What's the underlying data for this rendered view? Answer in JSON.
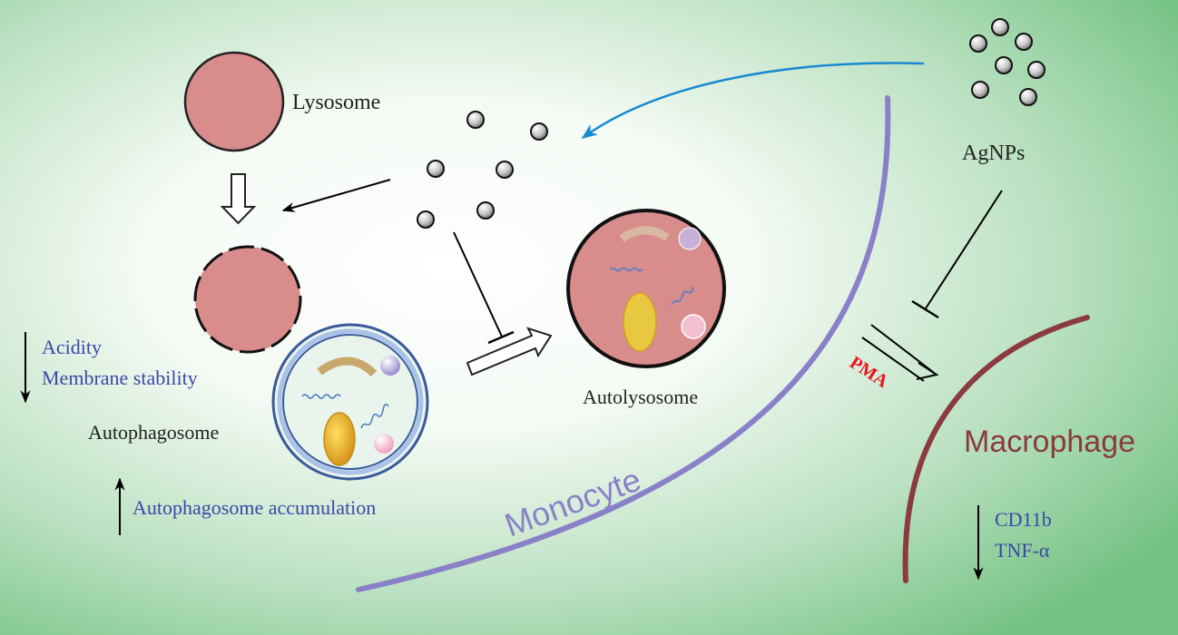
{
  "labels": {
    "lysosome": "Lysosome",
    "autophagosome": "Autophagosome",
    "autolysosome": "Autolysosome",
    "agnps": "AgNPs",
    "monocyte": "Monocyte",
    "macrophage": "Macrophage",
    "pma": "PMA",
    "acidity": "Acidity",
    "membrane_stability": "Membrane stability",
    "autophagosome_accumulation": "Autophagosome accumulation",
    "cd11b": "CD11b",
    "tnf": "TNF-α"
  },
  "colors": {
    "background_edge": "#7cc58a",
    "background_center": "#ffffff",
    "lysosome_fill": "#d88c8c",
    "monocyte_membrane": "#8a80c8",
    "macrophage_membrane": "#8b3a3f",
    "blue_text": "#3a48a8",
    "pma_text": "#e8141e",
    "uptake_arrow": "#1a8ad0",
    "autophagosome_ring": "#3a5a9c"
  }
}
